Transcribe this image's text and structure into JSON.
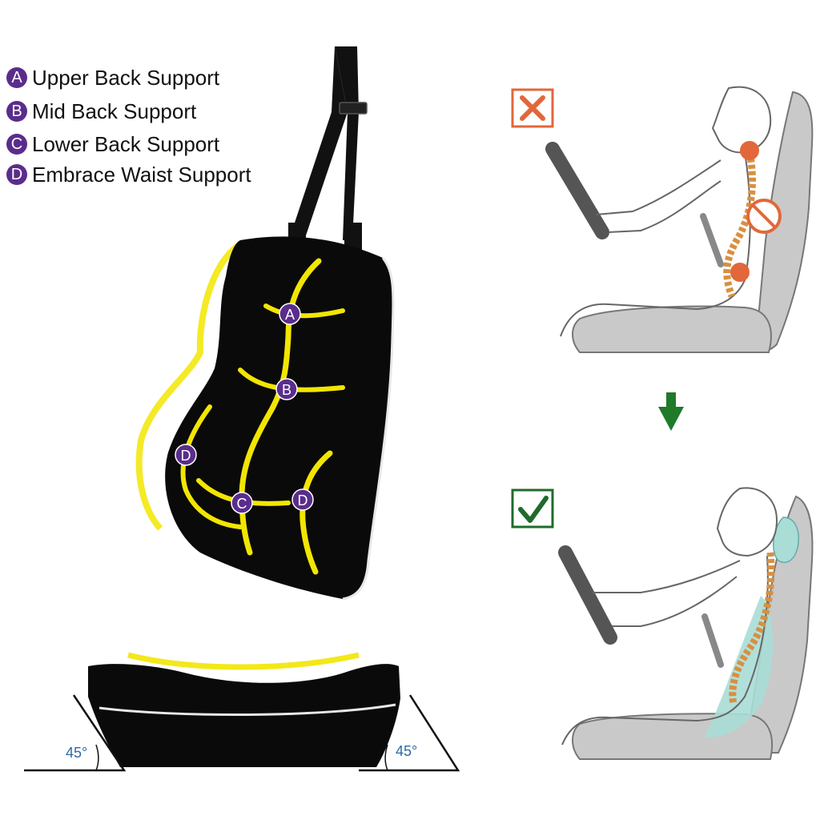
{
  "legend": [
    {
      "badge": "A",
      "label": "Upper Back Support"
    },
    {
      "badge": "B",
      "label": "Mid Back Support"
    },
    {
      "badge": "C",
      "label": "Lower Back Support"
    },
    {
      "badge": "D",
      "label": "Embrace Waist Support"
    }
  ],
  "cushion_markers": {
    "a": "A",
    "b": "B",
    "c": "C",
    "d_left": "D",
    "d_right": "D"
  },
  "angles": {
    "left": "45°",
    "right": "45°"
  },
  "colors": {
    "badge": "#5a2d8c",
    "support_line": "#f2e600",
    "cushion": "#0a0a0a",
    "wrong_mark": "#e2673a",
    "correct_mark": "#1f6b2a",
    "arrow": "#1f7a2a",
    "lumbar_support": "#a9ddd6"
  },
  "icons": {
    "wrong": "x-mark-icon",
    "correct": "check-mark-icon",
    "arrow": "down-arrow-icon"
  }
}
